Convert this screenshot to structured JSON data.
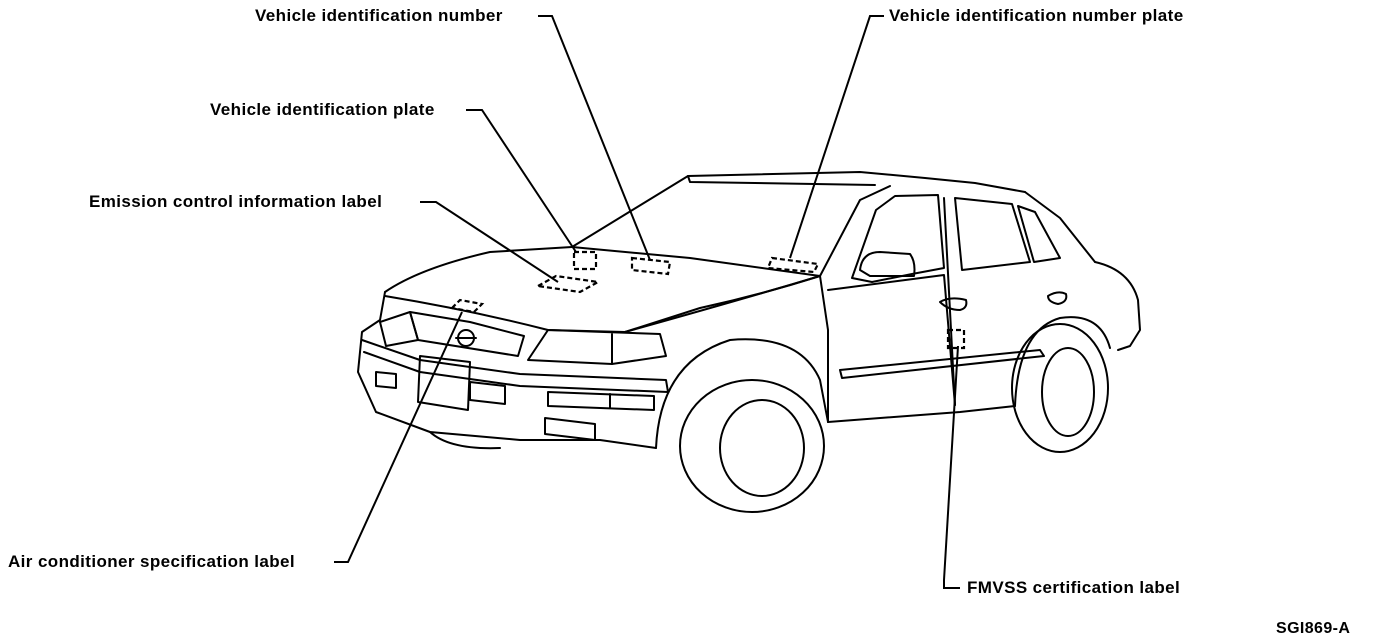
{
  "labels": {
    "vin": "Vehicle identification number",
    "vin_plate": "Vehicle identification number plate",
    "vehicle_id_plate": "Vehicle identification plate",
    "emission_label": "Emission control information label",
    "ac_spec_label": "Air conditioner specification label",
    "fmvss_label": "FMVSS certification label"
  },
  "figure_code": "SGI869-A"
}
